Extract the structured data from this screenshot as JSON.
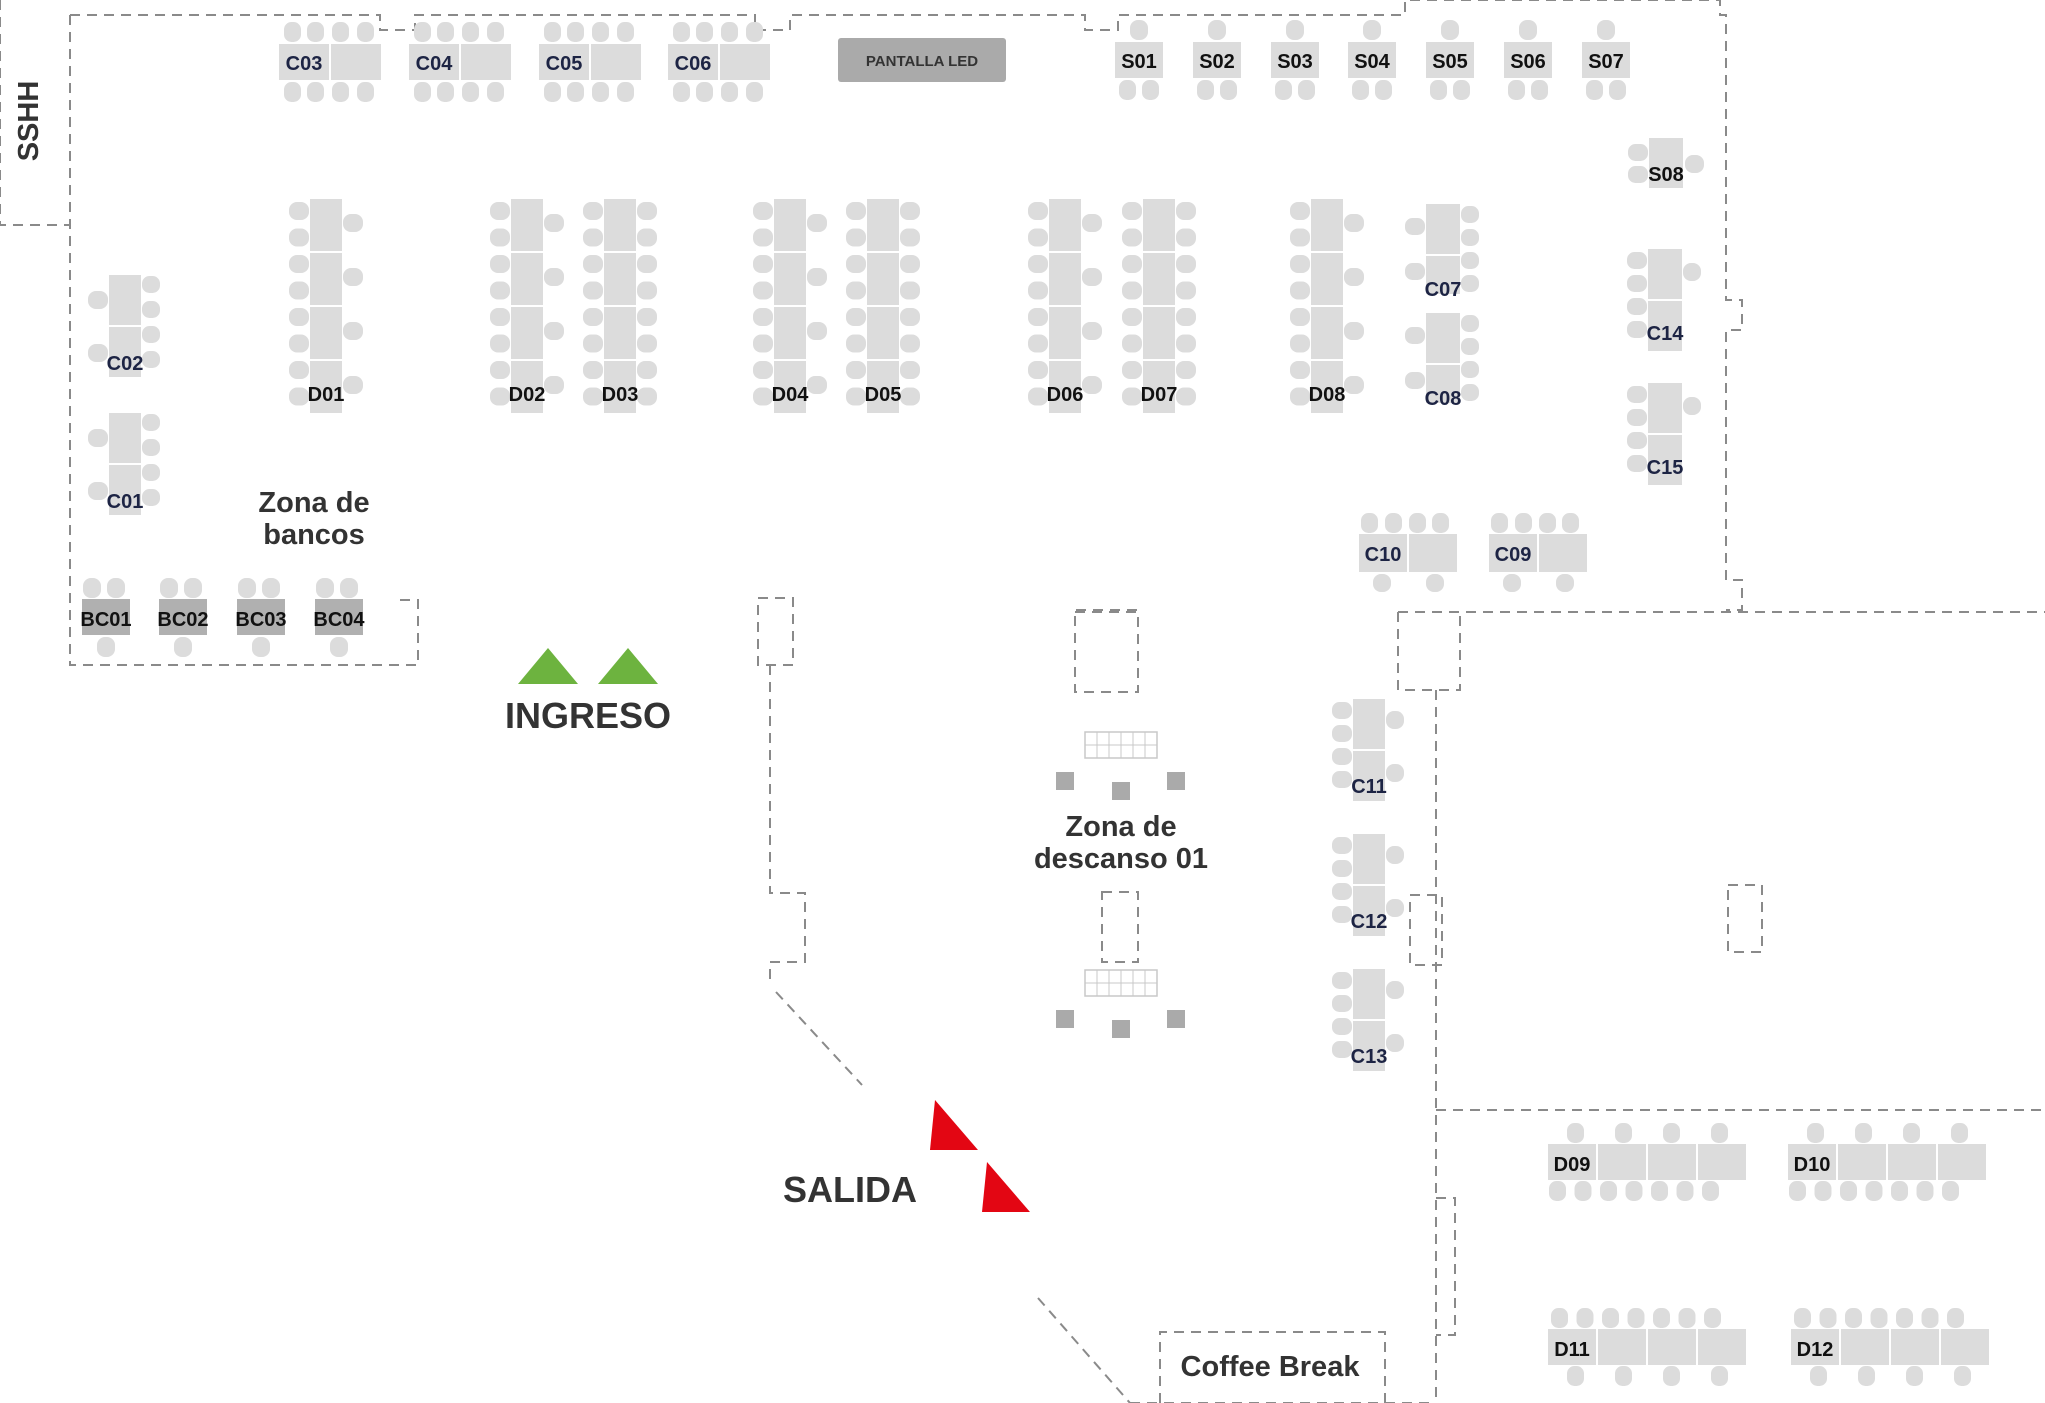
{
  "labels": {
    "sshh": "SSHH",
    "pantalla": "PANTALLA LED",
    "zona_bancos": [
      "Zona de",
      "bancos"
    ],
    "zona_descanso": [
      "Zona de",
      "descanso 01"
    ],
    "ingreso": "INGRESO",
    "salida": "SALIDA",
    "coffee": "Coffee Break"
  },
  "colors": {
    "ingreso_arrow": "#6db33f",
    "salida_arrow": "#e30613",
    "table": "#dcdcdc",
    "bench": "#b0b0b0",
    "wall": "#8a8a8a",
    "label_blue": "#1d2444",
    "label_black": "#111111"
  },
  "tables": {
    "top_c": [
      "C03",
      "C04",
      "C05",
      "C06"
    ],
    "top_s": [
      "S01",
      "S02",
      "S03",
      "S04",
      "S05",
      "S06",
      "S07"
    ],
    "s08": "S08",
    "left_c": [
      "C02",
      "C01"
    ],
    "benches": [
      "BC01",
      "BC02",
      "BC03",
      "BC04"
    ],
    "long_d": [
      "D01",
      "D02",
      "D03",
      "D04",
      "D05",
      "D06",
      "D07",
      "D08"
    ],
    "right_upper_c": [
      "C07",
      "C08"
    ],
    "right_col_c": [
      "C14",
      "C15"
    ],
    "mid_c": [
      "C10",
      "C09"
    ],
    "col_c": [
      "C11",
      "C12",
      "C13"
    ],
    "bottom_d": [
      "D09",
      "D10",
      "D11",
      "D12"
    ]
  }
}
